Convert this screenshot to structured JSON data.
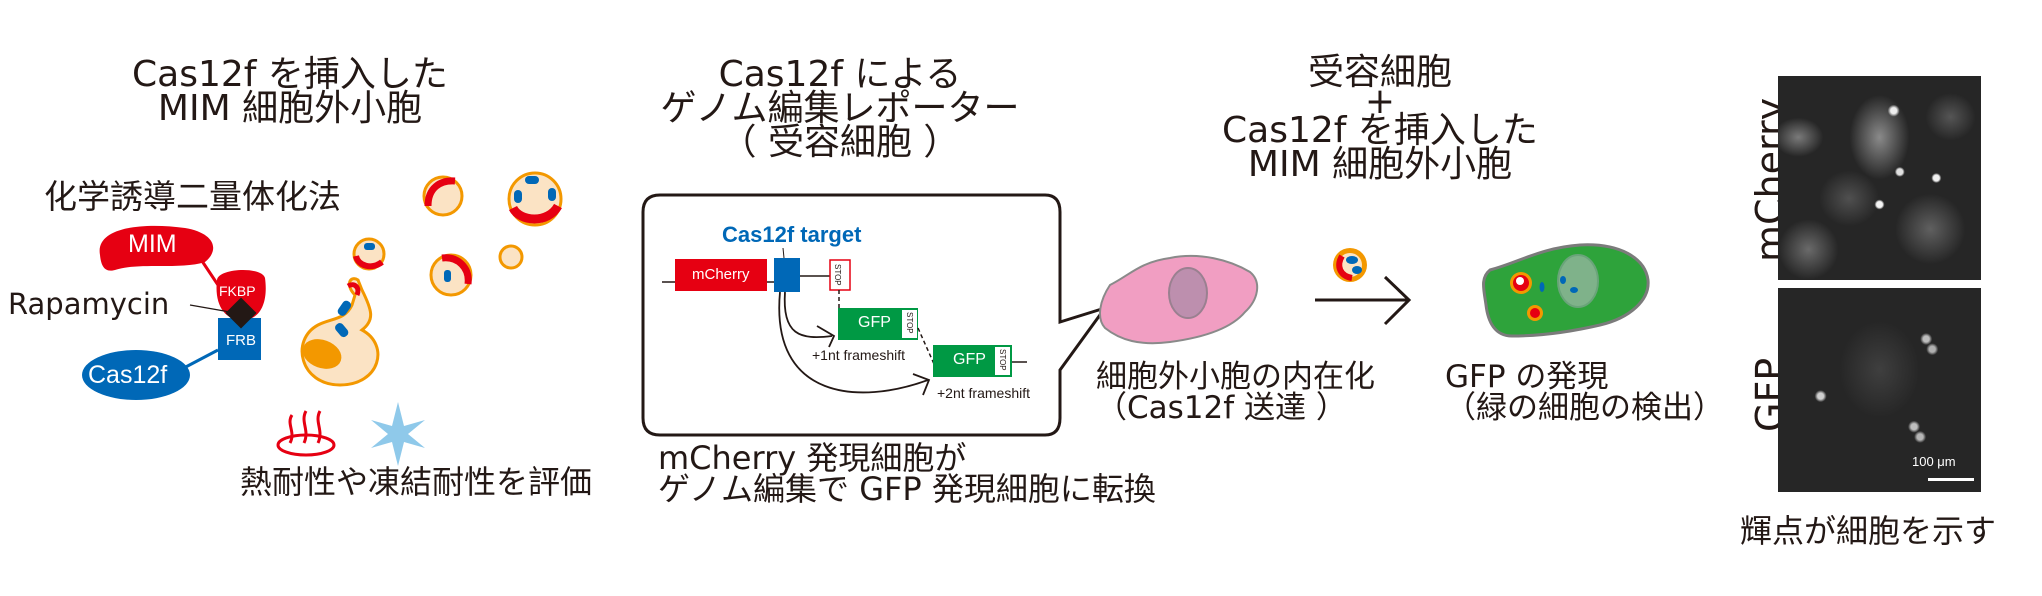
{
  "panel1": {
    "title_line1": "Cas12f を挿入した",
    "title_line2": "MIM 細胞外小胞",
    "method_label": "化学誘導二量体化法",
    "mim_label": "MIM",
    "fkbp_label": "FKBP",
    "rapamycin_label": "Rapamycin",
    "frb_label": "FRB",
    "cas12f_label": "Cas12f",
    "evaluation_label": "熱耐性や凍結耐性を評価"
  },
  "panel2": {
    "title_line1": "Cas12f による",
    "title_line2": "ゲノム編集レポーター",
    "title_line3": "（ 受容細胞 ）",
    "target_label": "Cas12f target",
    "mcherry_label": "mCherry",
    "stop_label": "STOP",
    "gfp_label": "GFP",
    "frameshift1_label": "+1nt frameshift",
    "frameshift2_label": "+2nt frameshift",
    "caption_line1": "mCherry 発現細胞が",
    "caption_line2": "ゲノム編集で GFP 発現細胞に転換"
  },
  "panel3": {
    "title_line1": "受容細胞",
    "title_plus": "+",
    "title_line2": "Cas12f を挿入した",
    "title_line3": "MIM 細胞外小胞",
    "left_caption_line1": "細胞外小胞の内在化",
    "left_caption_line2": "（Cas12f 送達 ）",
    "right_caption_line1": "GFP の発現",
    "right_caption_line2": "（緑の細胞の検出）"
  },
  "panel4": {
    "mcherry_channel_label": "mCherry",
    "gfp_channel_label": "GFP",
    "scale_bar_label": "100 μm",
    "caption": "輝点が細胞を示す"
  },
  "colors": {
    "red": "#e60012",
    "blue": "#0068b7",
    "green": "#009944",
    "orange": "#f39800",
    "cream": "#fbe3c4",
    "pink": "#f19ec2",
    "ice": "#8fc9ea",
    "text": "#231815"
  }
}
